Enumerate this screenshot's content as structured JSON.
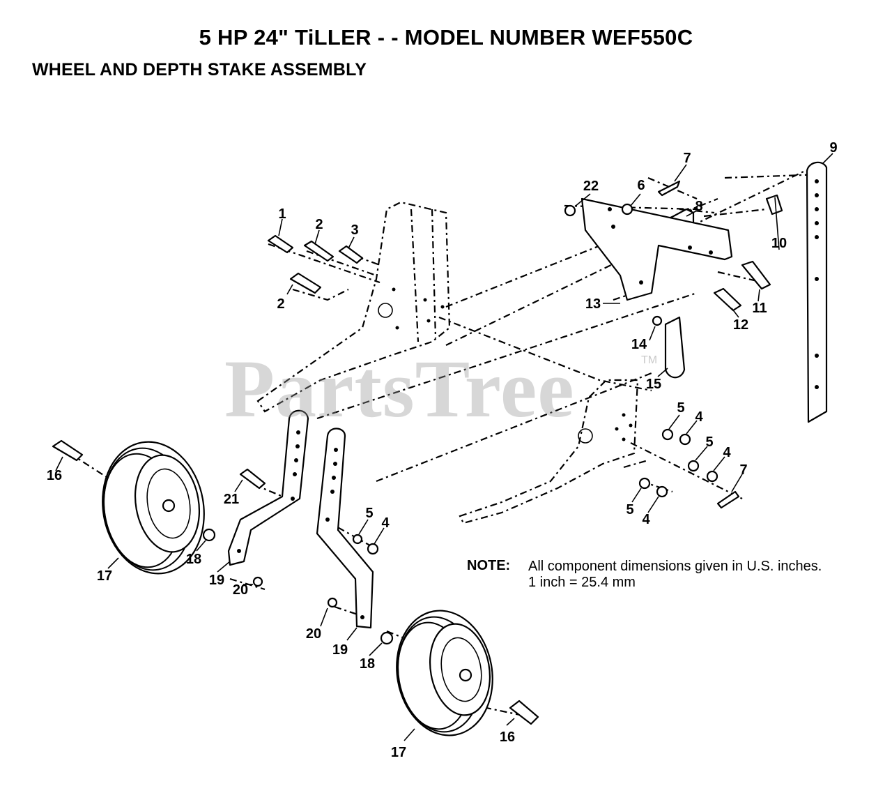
{
  "header": {
    "title": "5 HP 24\" TiLLER - - MODEL NUMBER WEF550C",
    "subtitle": "WHEEL AND DEPTH STAKE ASSEMBLY"
  },
  "watermark": {
    "text": "PartsTree",
    "tm": "TM"
  },
  "note": {
    "label": "NOTE:",
    "line1": "All component dimensions given in U.S. inches.",
    "line2": "1 inch = 25.4 mm"
  },
  "callouts": {
    "c1": "1",
    "c2a": "2",
    "c2b": "2",
    "c3": "3",
    "c4a": "4",
    "c4b": "4",
    "c4c": "4",
    "c4d": "4",
    "c5a": "5",
    "c5b": "5",
    "c5c": "5",
    "c5d": "5",
    "c6": "6",
    "c7a": "7",
    "c7b": "7",
    "c8": "8",
    "c9": "9",
    "c10": "10",
    "c11": "11",
    "c12": "12",
    "c13": "13",
    "c14": "14",
    "c15": "15",
    "c16a": "16",
    "c16b": "16",
    "c17a": "17",
    "c17b": "17",
    "c18a": "18",
    "c18b": "18",
    "c19a": "19",
    "c19b": "19",
    "c20a": "20",
    "c20b": "20",
    "c21": "21",
    "c22": "22"
  }
}
